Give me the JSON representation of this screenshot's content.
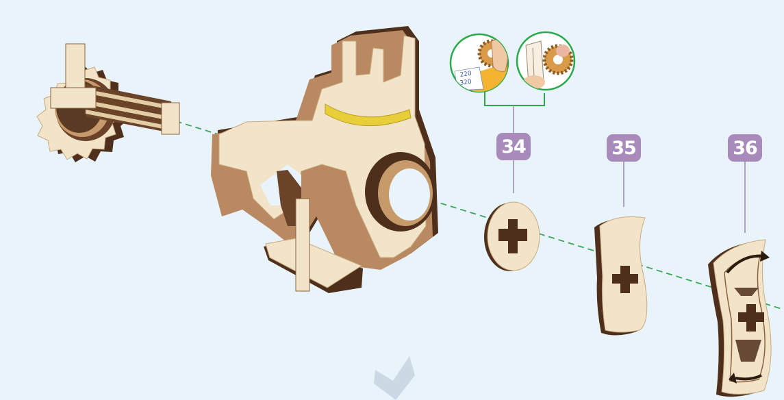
{
  "colors": {
    "background": "#e9f4fa",
    "wood_light": "#f1e4c8",
    "wood_edge_dark": "#5a3a22",
    "wood_edge_mid": "#b98a62",
    "axis_line": "#3aa55a",
    "tip_circle": "#2aa84a",
    "badge": "#a88bbb",
    "rubber_band": "#e8cf3a"
  },
  "steps": [
    {
      "number": "34",
      "part": "round-spacer-disc"
    },
    {
      "number": "35",
      "part": "waisted-spacer"
    },
    {
      "number": "36",
      "part": "arrow-marked-handle"
    }
  ],
  "tip": {
    "sandpaper_grits": [
      "220",
      "320"
    ]
  }
}
